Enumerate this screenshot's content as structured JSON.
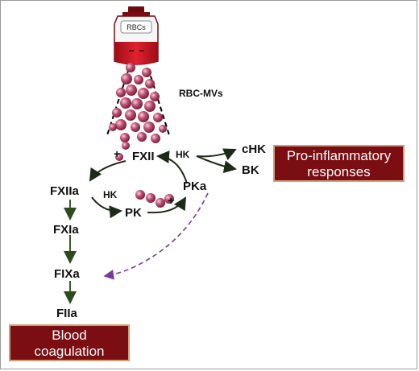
{
  "bag": {
    "label": "RBCs"
  },
  "microvesicles": {
    "label": "RBC-MVs"
  },
  "nodes": {
    "fxii": "FXII",
    "fxiia": "FXIIa",
    "fxia": "FXIa",
    "fixa": "FIXa",
    "fiia": "FIIa",
    "pk": "PK",
    "pka": "PKa",
    "chk": "cHK",
    "bk": "BK"
  },
  "edge_labels": {
    "plus_fxii": "+",
    "plus_pka": "+",
    "hk_left": "HK",
    "hk_right": "HK"
  },
  "boxes": {
    "inflammatory_line1": "Pro-inflammatory",
    "inflammatory_line2": "responses",
    "coagulation_line1": "Blood",
    "coagulation_line2": "coagulation"
  },
  "colors": {
    "box_fill": "#7a0e12",
    "box_border": "#c9a27a",
    "arrow_green": "#3d5a2a",
    "dashed_purple": "#7a3a9a",
    "vesicle": "#b03a5a",
    "blood": "#d8182a"
  }
}
